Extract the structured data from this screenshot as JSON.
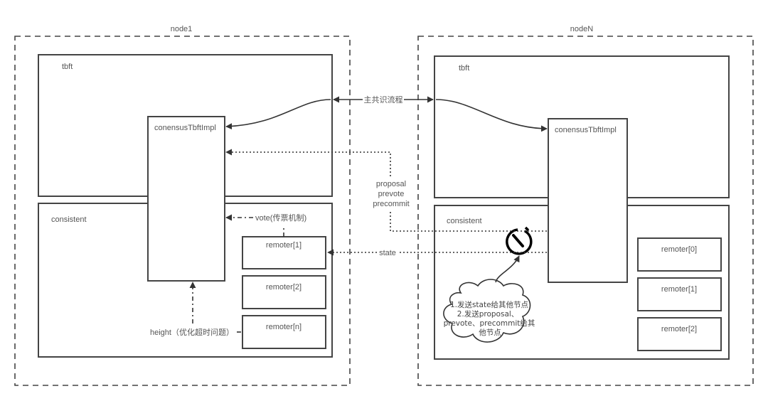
{
  "nodes": [
    {
      "id": "node1",
      "title": "node1",
      "tbft_label": "tbft",
      "impl_label": "conensusTbftImpl",
      "consistent_label": "consistent",
      "remoters": [
        "remoter[1]",
        "remoter[2]",
        "remoter[n]"
      ]
    },
    {
      "id": "nodeN",
      "title": "nodeN",
      "tbft_label": "tbft",
      "impl_label": "conensusTbftImpl",
      "consistent_label": "consistent",
      "remoters": [
        "remoter[0]",
        "remoter[1]",
        "remoter[2]"
      ]
    }
  ],
  "edges": {
    "main_flow": "主共识流程",
    "messages": [
      "proposal",
      "prevote",
      "precommit"
    ],
    "state": "state",
    "vote": "vote(传票机制)",
    "height": "height（优化超时问题）"
  },
  "note": {
    "lines": [
      "1.发送state给其他节点",
      "2.发送proposal、",
      "prevote、precommit给其",
      "他节点"
    ]
  },
  "icons": {
    "timer": "timer-icon"
  }
}
